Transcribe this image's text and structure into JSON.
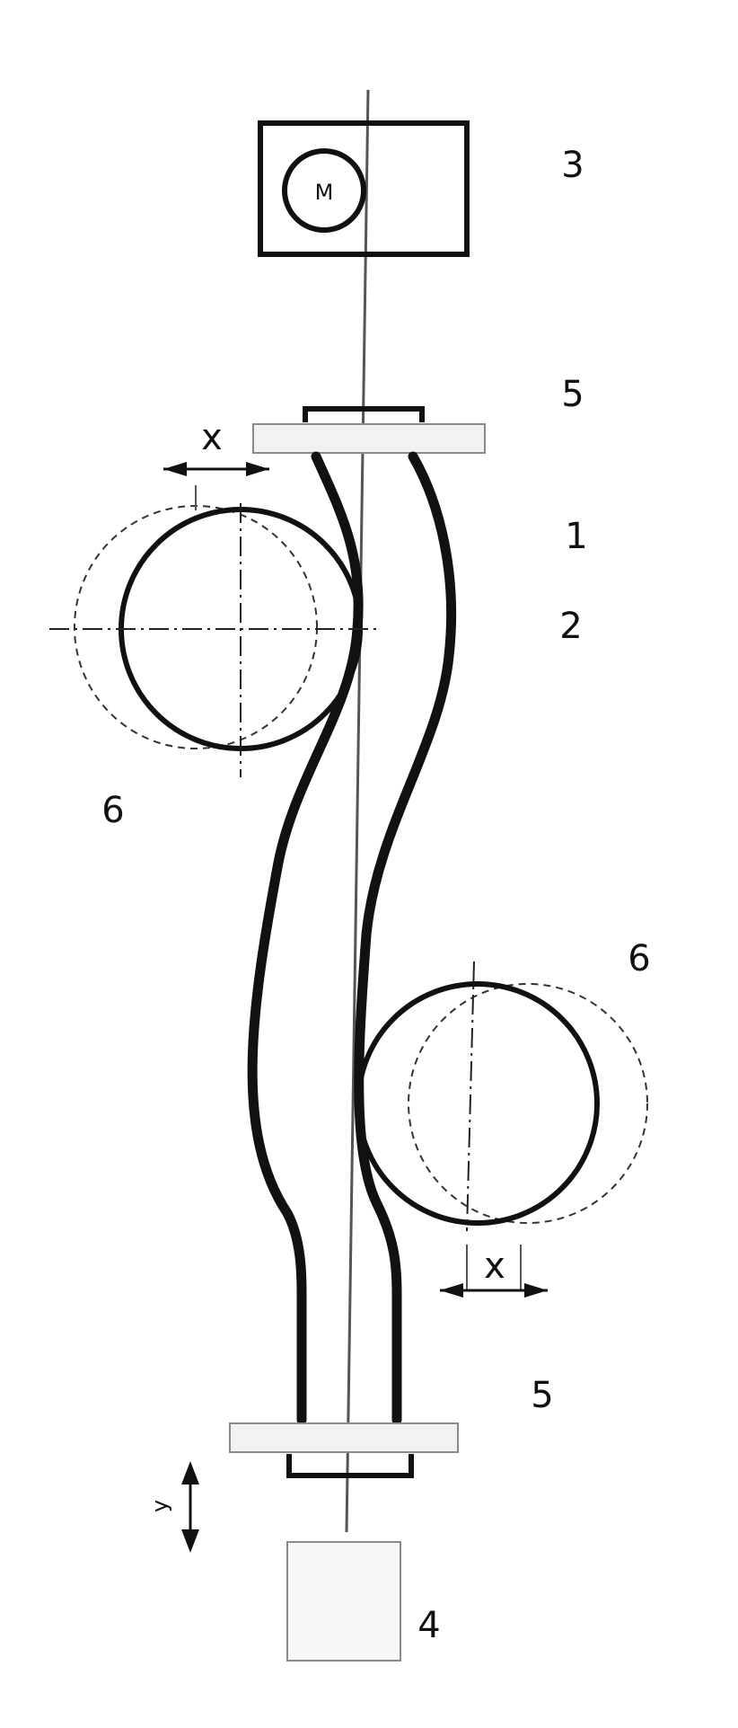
{
  "labels": {
    "motor_symbol": "M",
    "motor_ref": "3",
    "clamp_top_ref": "5",
    "tube_ref": "1",
    "wire_ref": "2",
    "roller_left_ref": "6",
    "roller_right_ref": "6",
    "clamp_bottom_ref": "5",
    "weight_ref": "4",
    "offset_top": "x",
    "offset_bottom": "x",
    "travel": "y"
  }
}
